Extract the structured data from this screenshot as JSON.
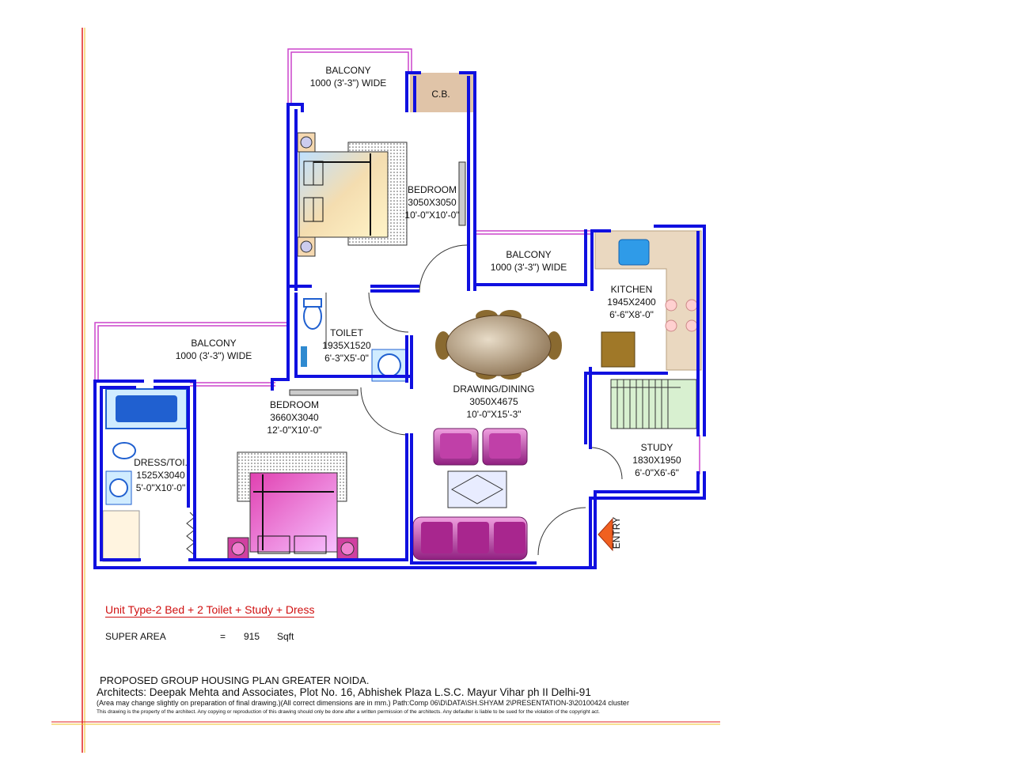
{
  "rooms": {
    "balcony_top": {
      "name": "BALCONY",
      "size": "1000 (3'-3\") WIDE"
    },
    "cb": {
      "name": "C.B."
    },
    "bedroom1": {
      "name": "BEDROOM",
      "metric": "3050X3050",
      "imperial": "10'-0\"X10'-0\""
    },
    "balcony_mid": {
      "name": "BALCONY",
      "size": "1000 (3'-3\")  WIDE"
    },
    "kitchen": {
      "name": "KITCHEN",
      "metric": "1945X2400",
      "imperial": "6'-6\"X8'-0\""
    },
    "toilet": {
      "name": "TOILET",
      "metric": "1935X1520",
      "imperial": "6'-3\"X5'-0\""
    },
    "balcony_left": {
      "name": "BALCONY",
      "size": "1000 (3'-3\") WIDE"
    },
    "drawing": {
      "name": "DRAWING/DINING",
      "metric": "3050X4675",
      "imperial": "10'-0\"X15'-3\""
    },
    "bedroom2": {
      "name": "BEDROOM",
      "metric": "3660X3040",
      "imperial": "12'-0\"X10'-0\""
    },
    "dress": {
      "name": "DRESS/TOI.",
      "metric": "1525X3040",
      "imperial": "5'-0\"X10'-0\""
    },
    "study": {
      "name": "STUDY",
      "metric": "1830X1950",
      "imperial": "6'-0\"X6'-6\""
    },
    "entry": {
      "name": "ENTRY"
    }
  },
  "unit_type": "Unit Type-2 Bed + 2 Toilet + Study + Dress",
  "super_area": {
    "label": "SUPER AREA",
    "eq": "=",
    "value": "915",
    "unit": "Sqft"
  },
  "footer": {
    "line1": "PROPOSED GROUP HOUSING PLAN GREATER NOIDA.",
    "line2": "Architects: Deepak Mehta and Associates, Plot No. 16, Abhishek Plaza L.S.C. Mayur Vihar ph II Delhi-91",
    "line3": "(Area may change slightly on preparation of final drawing.)(All correct dimensions are in mm.)     Path:Comp 06\\D\\DATA\\SH.SHYAM 2\\PRESENTATION-3\\20100424 cluster",
    "line4": "This drawing is the property of the architect.  Any copying or reproduction of this drawing should  only be done after a written permission of the  architects.  Any defaulter is liable to be sued for  the violation of the copyright act."
  },
  "colors": {
    "wall": "#1010e0",
    "balcony": "#cc44cc",
    "margin_red": "#e02020",
    "margin_yellow": "#f0c020",
    "furniture_pink": "#b0309a",
    "kitchen_counter": "#ead8c0"
  }
}
